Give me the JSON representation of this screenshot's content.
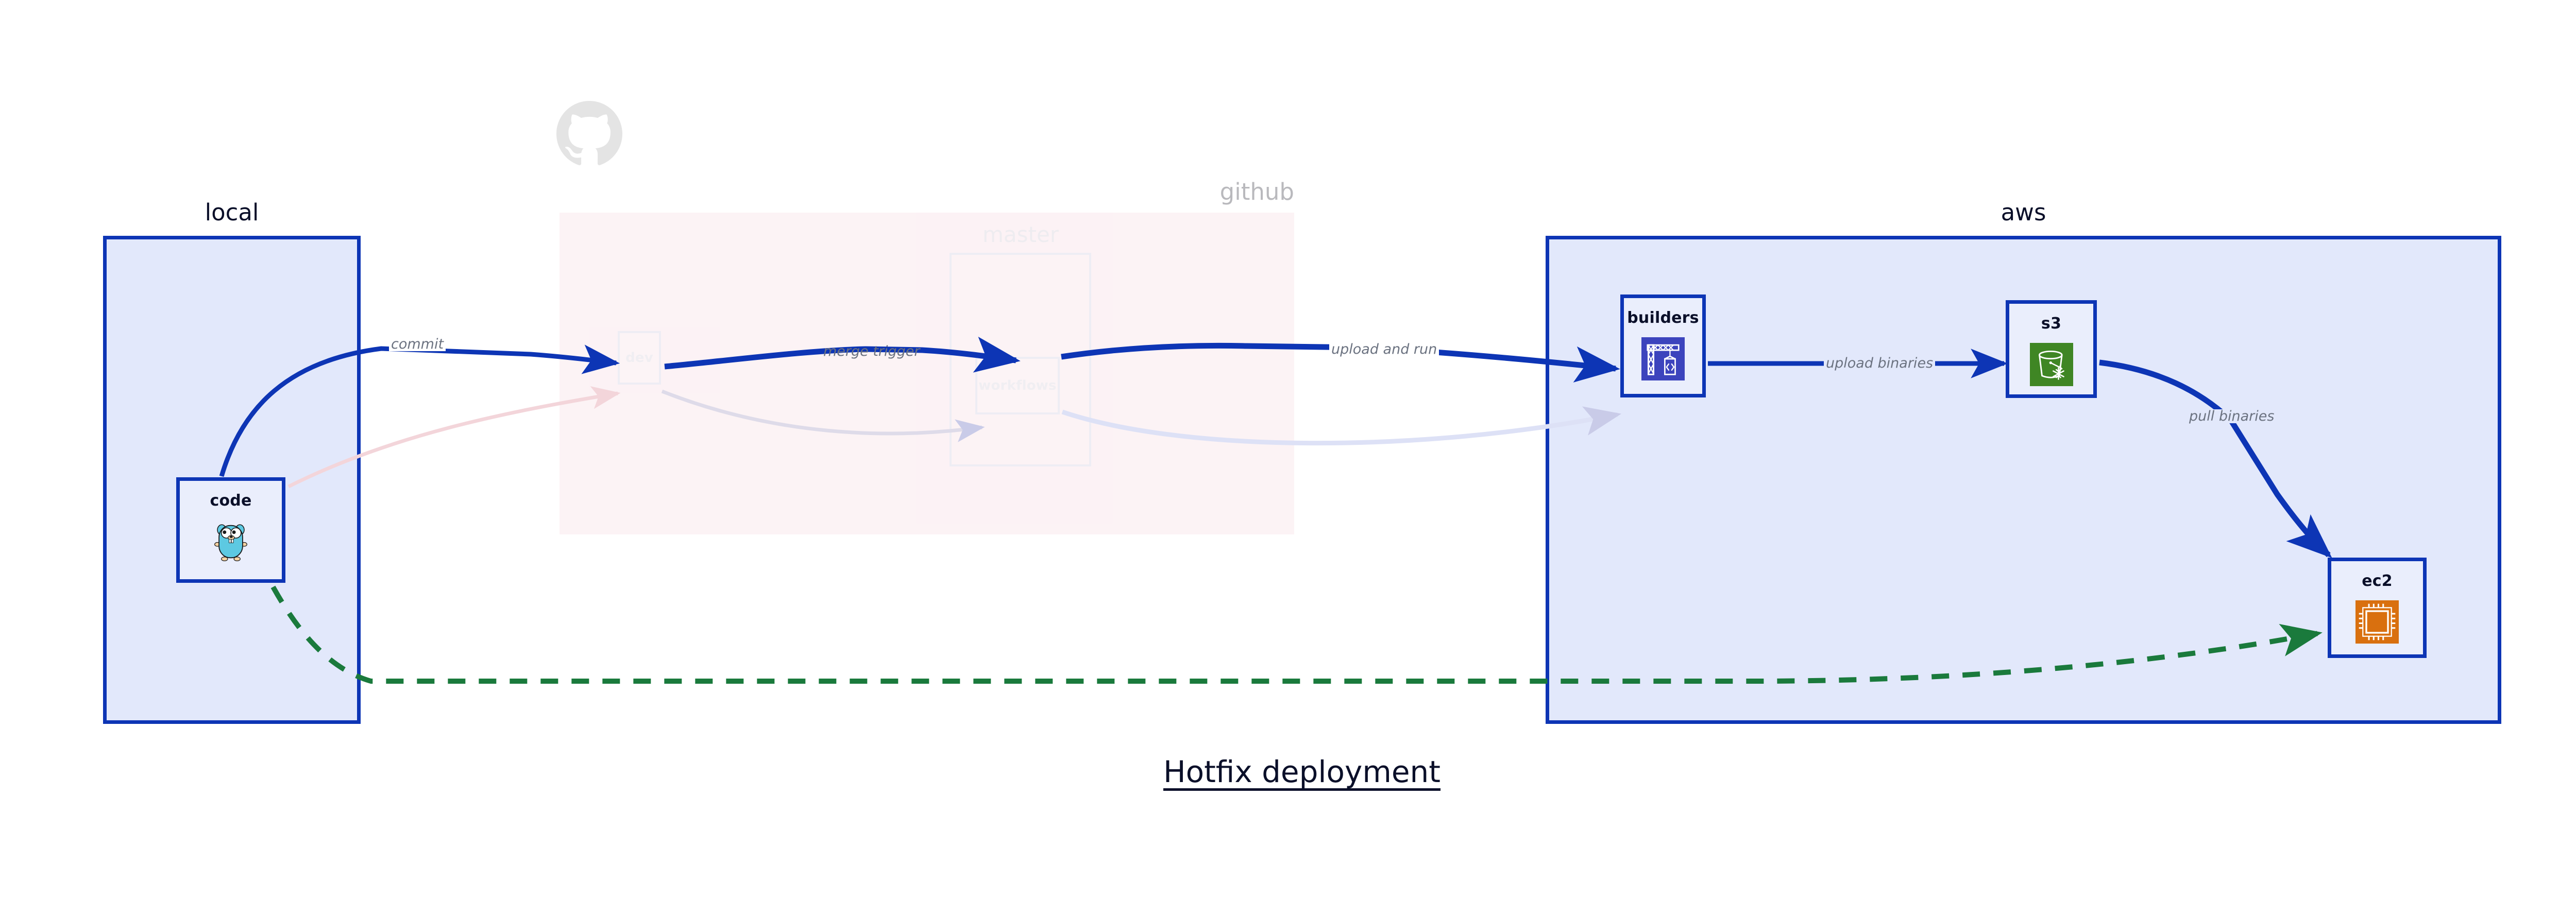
{
  "diagram": {
    "title": "Hotfix deployment",
    "background": "#ffffff",
    "accent_blue": "#0d35b5",
    "accent_green": "#1a7a3c",
    "node_fill": "#eaeefc",
    "local_fill": "#e2e8fb",
    "github_fill": "#f8e2e8",
    "label_color": "#6b7280"
  },
  "groups": {
    "local": {
      "label": "local"
    },
    "github": {
      "label": "github",
      "logo_icon": "github-octocat-icon"
    },
    "master": {
      "label": "master"
    },
    "aws": {
      "label": "aws"
    }
  },
  "nodes": {
    "code": {
      "label": "code",
      "icon": "go-gopher-icon"
    },
    "dev": {
      "label": "dev",
      "icon": "none"
    },
    "workflows": {
      "label": "workflows",
      "icon": "none"
    },
    "builders": {
      "label": "builders",
      "icon": "aws-codebuild-icon"
    },
    "s3": {
      "label": "s3",
      "icon": "aws-s3-glacier-bucket-icon"
    },
    "ec2": {
      "label": "ec2",
      "icon": "aws-ec2-chip-icon"
    }
  },
  "edges": [
    {
      "id": "commit",
      "label": "commit",
      "from": "code",
      "to": "dev",
      "style": "solid-blue"
    },
    {
      "id": "merge-trigger",
      "label": "merge trigger",
      "from": "dev",
      "to": "workflows",
      "style": "solid-blue"
    },
    {
      "id": "upload-and-run",
      "label": "upload and run",
      "from": "workflows",
      "to": "builders",
      "style": "solid-blue"
    },
    {
      "id": "upload-binaries",
      "label": "upload binaries",
      "from": "builders",
      "to": "s3",
      "style": "solid-blue"
    },
    {
      "id": "pull-binaries",
      "label": "pull binaries",
      "from": "s3",
      "to": "ec2",
      "style": "solid-blue"
    },
    {
      "id": "hotfix-direct",
      "label": "",
      "from": "code",
      "to": "ec2",
      "style": "dashed-green"
    }
  ]
}
